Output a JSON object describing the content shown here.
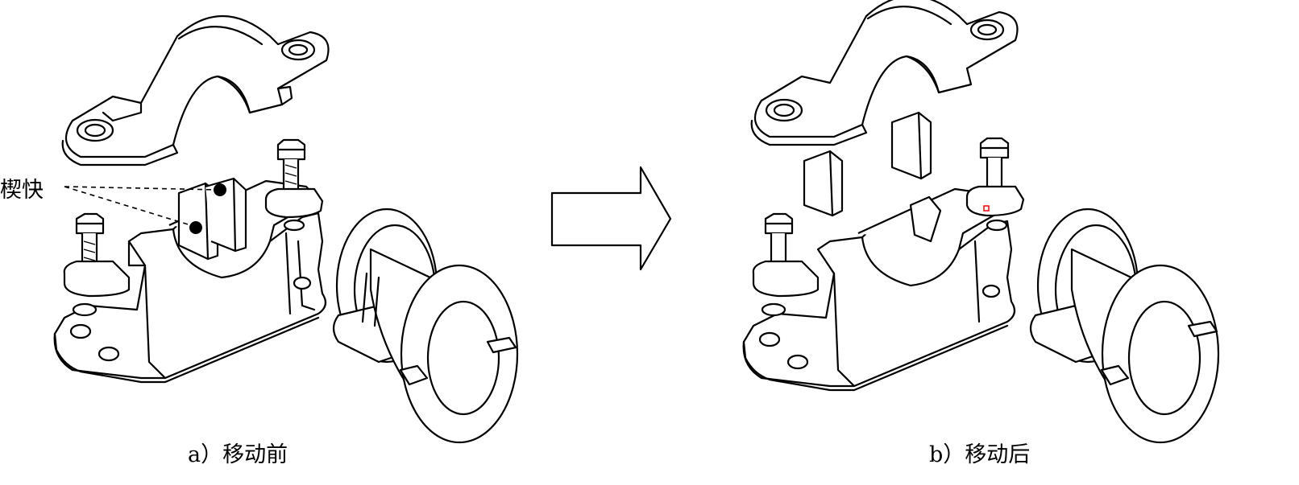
{
  "figure": {
    "callout_label": "楔快",
    "caption_left": "a）移动前",
    "caption_right": "b）移动后"
  },
  "colors": {
    "line": "#000000",
    "background": "#ffffff",
    "highlight": "#ff0000"
  },
  "icons": {
    "transition": "right-arrow-outline-icon"
  }
}
